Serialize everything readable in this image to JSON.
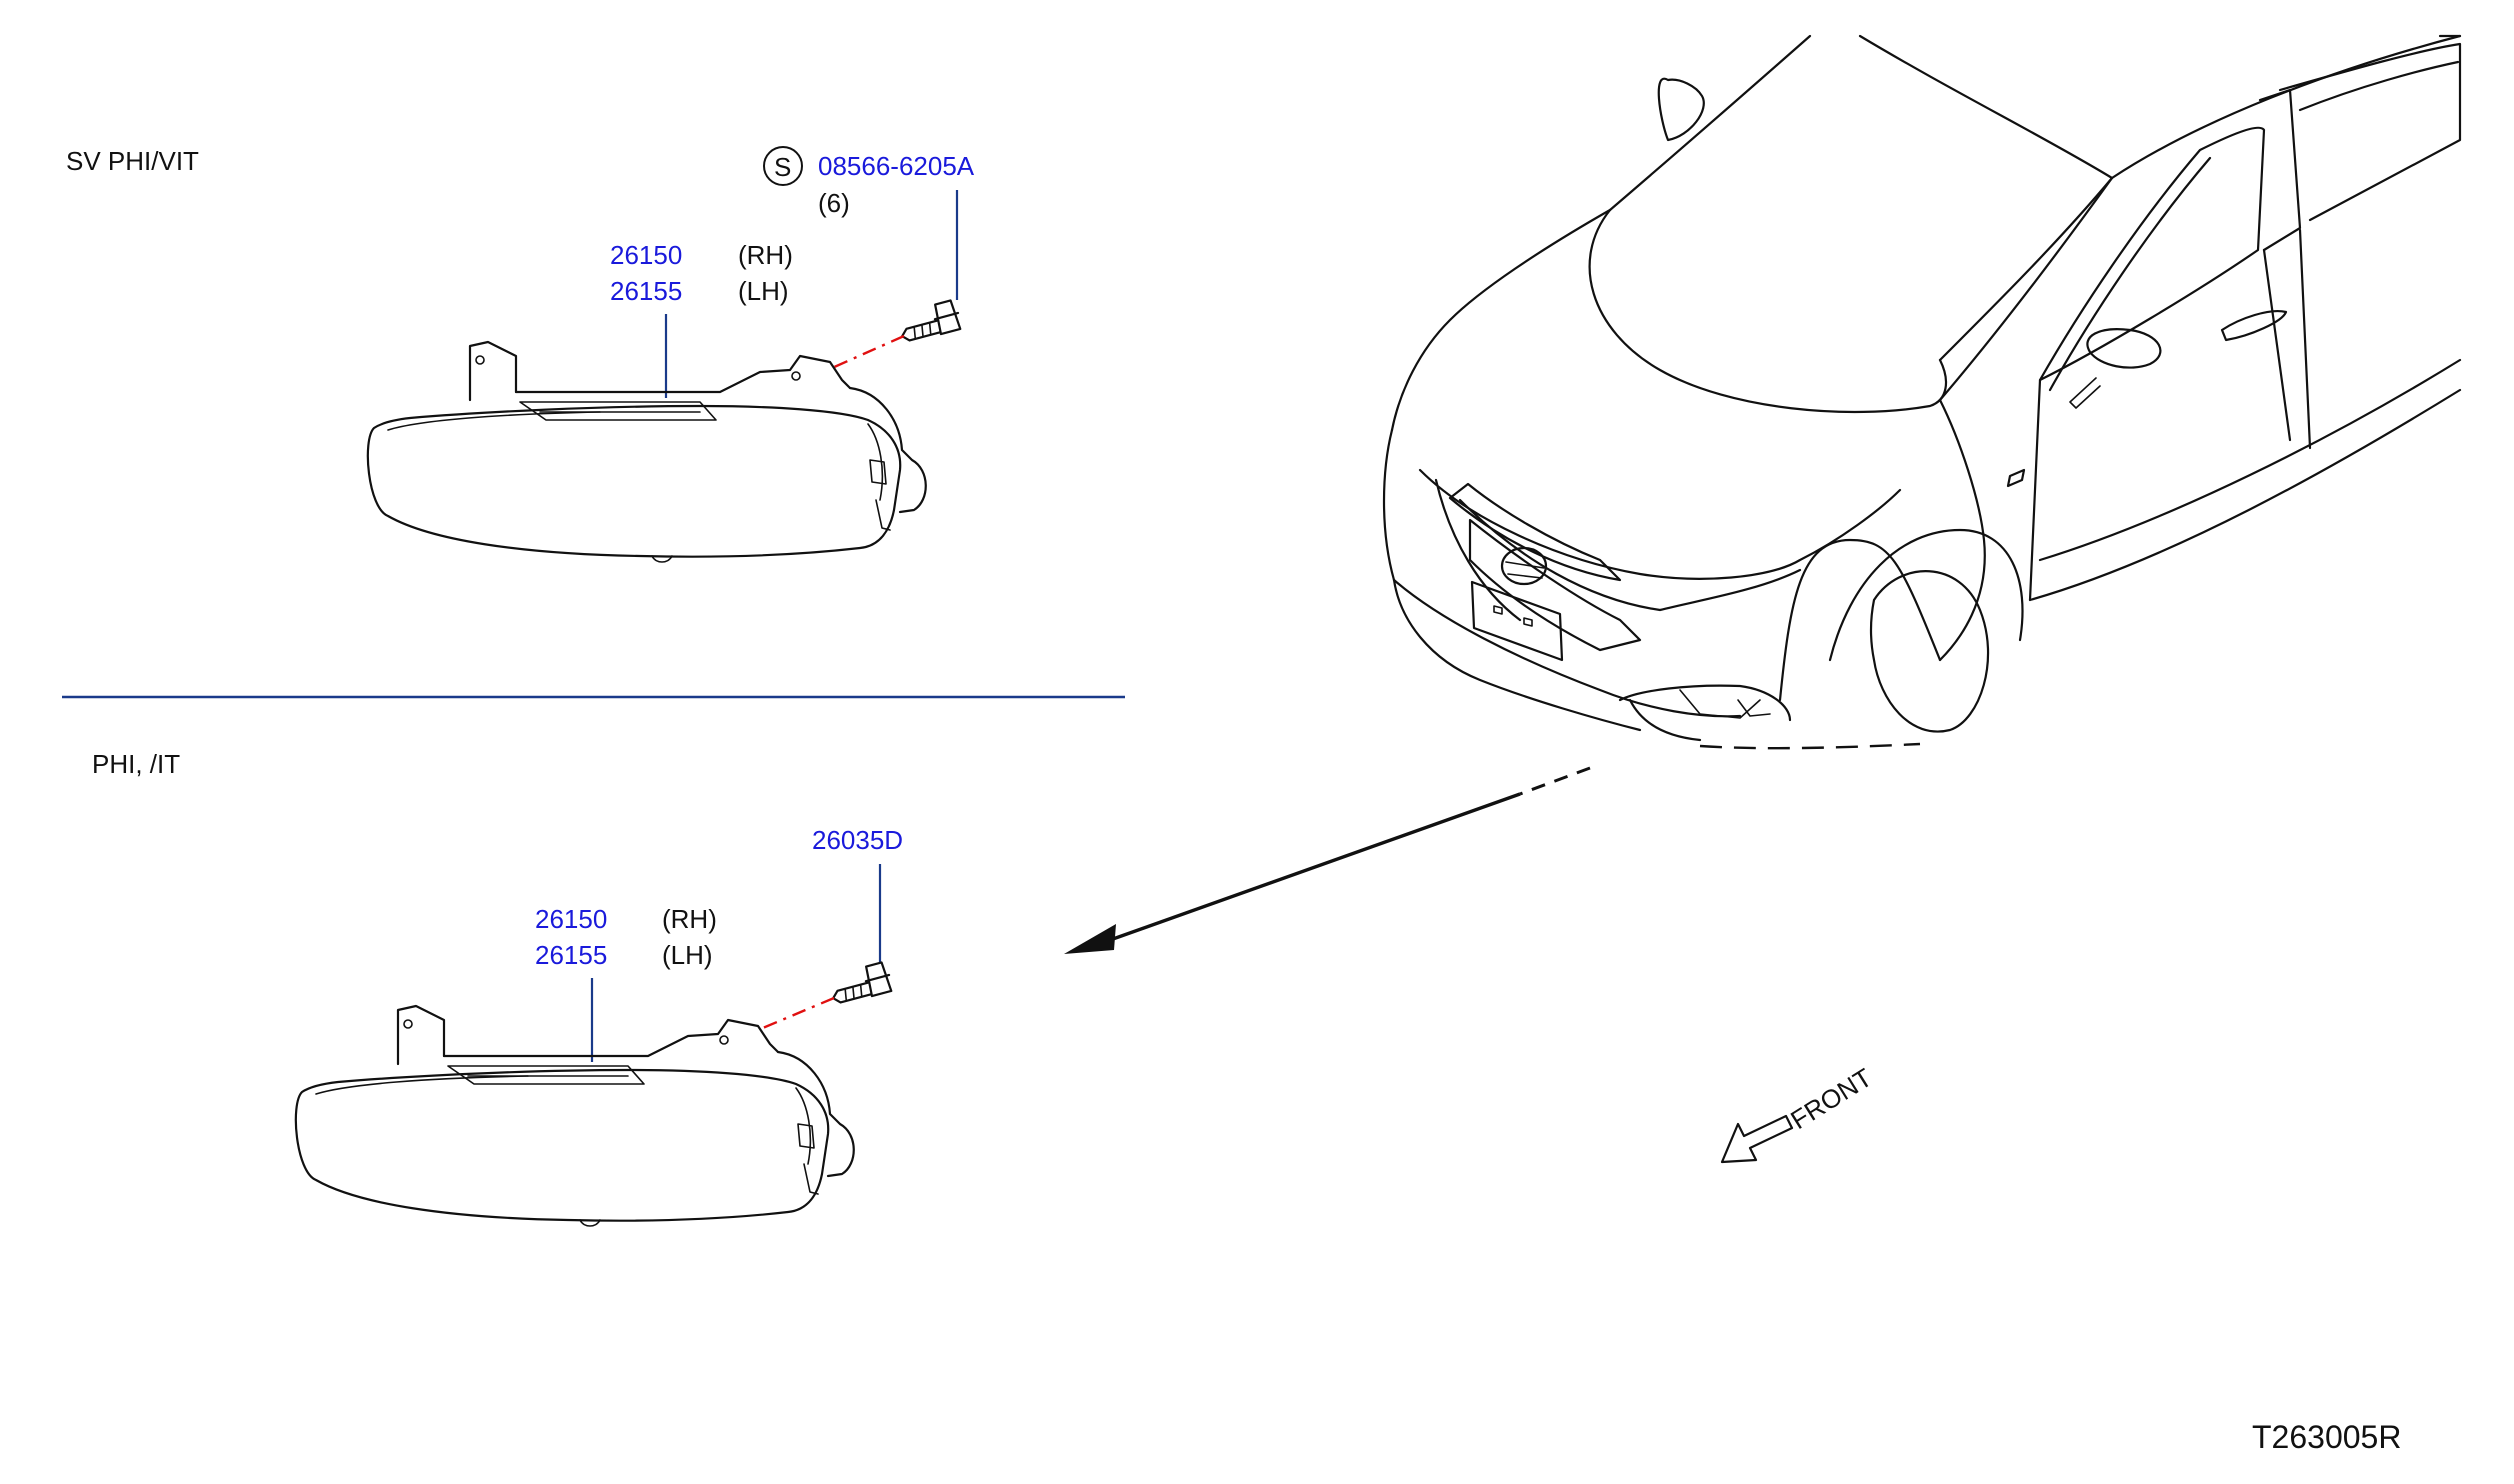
{
  "diagram_id": "T263005R",
  "section_top": {
    "variant_label": "SV   PHI/VIT",
    "screw": {
      "symbol": "S",
      "part_number": "08566-6205A",
      "quantity": "(6)"
    },
    "lamp_parts": [
      {
        "number": "26150",
        "side": "(RH)"
      },
      {
        "number": "26155",
        "side": "(LH)"
      }
    ]
  },
  "section_bottom": {
    "variant_label": "PHI, /IT",
    "screw": {
      "part_number": "26035D"
    },
    "lamp_parts": [
      {
        "number": "26150",
        "side": "(RH)"
      },
      {
        "number": "26155",
        "side": "(LH)"
      }
    ]
  },
  "direction_label": "FRONT",
  "colors": {
    "part_number": "#1a1adb",
    "divider": "#1a3a8a",
    "screw_axis": "#e01010",
    "line_art": "#111111"
  }
}
